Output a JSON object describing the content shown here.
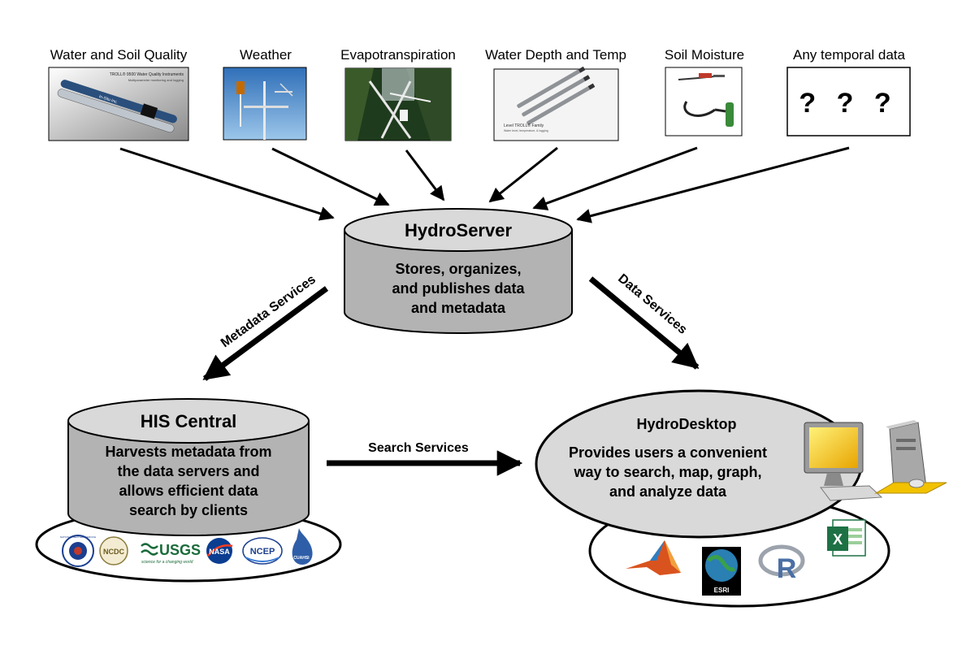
{
  "sources": [
    {
      "label": "Water and Soil Quality",
      "photo_caption": "TROLL® 9500 Water Quality Instruments",
      "photo_subcaption": "Multiparameter monitoring and logging",
      "probe_text": "In-Situ Inc."
    },
    {
      "label": "Weather"
    },
    {
      "label": "Evapotranspiration"
    },
    {
      "label": "Water Depth and Temp",
      "photo_caption": "Level TROLL® Family",
      "photo_subcaption": "Water level, temperature, & logging"
    },
    {
      "label": "Soil Moisture"
    },
    {
      "label": "Any temporal data",
      "placeholder": "? ? ?"
    }
  ],
  "hydroserver": {
    "title": "HydroServer",
    "lines": [
      "Stores, organizes,",
      "and publishes data",
      "and metadata"
    ]
  },
  "his_central": {
    "title": "HIS Central",
    "lines": [
      "Harvests metadata from",
      "the data servers and",
      "allows efficient data",
      "search by clients"
    ],
    "logos": [
      {
        "name": "noaa-nws-logo",
        "text": "NATIONAL WEATHER SERVICE"
      },
      {
        "name": "ncdc-logo",
        "text": "NCDC"
      },
      {
        "name": "usgs-logo",
        "text": "USGS",
        "tagline": "science for a changing world"
      },
      {
        "name": "nasa-logo",
        "text": "NASA"
      },
      {
        "name": "ncep-logo",
        "text": "NCEP"
      },
      {
        "name": "cuahsi-logo",
        "text": "CUAHSI"
      }
    ]
  },
  "hydrodesktop": {
    "title": "HydroDesktop",
    "lines": [
      "Provides users a convenient",
      "way to search, map, graph,",
      "and analyze data"
    ],
    "logos": [
      {
        "name": "matlab-logo"
      },
      {
        "name": "esri-logo",
        "text": "ESRI"
      },
      {
        "name": "r-logo",
        "text": "R"
      },
      {
        "name": "excel-logo",
        "text": "X"
      }
    ]
  },
  "services": {
    "metadata": "Metadata Services",
    "data": "Data Services",
    "search": "Search Services"
  },
  "colors": {
    "cylinder_fill": "#b3b3b3",
    "cylinder_top": "#d9d9d9",
    "ellipse_fill": "#d9d9d9",
    "stroke": "#000000"
  }
}
